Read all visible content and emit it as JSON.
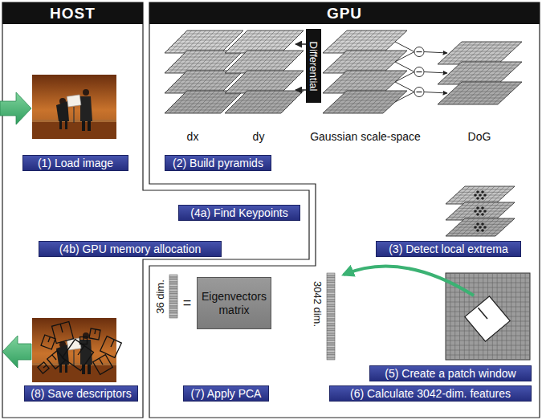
{
  "diagram": {
    "nodes": [
      {
        "text": [
          "HOST"
        ]
      },
      {
        "text": [
          "GPU"
        ]
      },
      {
        "text": [
          "Differential"
        ]
      },
      {
        "text": [
          "(1) Load image"
        ]
      },
      {
        "text": [
          "(2) Build pyramids"
        ]
      },
      {
        "text": [
          "(4a) Find Keypoints"
        ]
      },
      {
        "text": [
          "(4b) GPU memory allocation"
        ]
      },
      {
        "text": [
          "(3) Detect local extrema"
        ]
      },
      {
        "text": [
          "Eigenvectors matrix"
        ]
      },
      {
        "text": [
          "(5) Create a patch window"
        ]
      },
      {
        "text": [
          "(6) Calculate 3042-dim. features"
        ]
      },
      {
        "text": [
          "(7) Apply PCA"
        ]
      },
      {
        "text": [
          "(8) Save descriptors"
        ]
      }
    ],
    "labels": [
      "dx",
      "dy",
      "Gaussian scale-space",
      "DoG",
      "36 dim.",
      "=",
      "3042 dim."
    ]
  }
}
